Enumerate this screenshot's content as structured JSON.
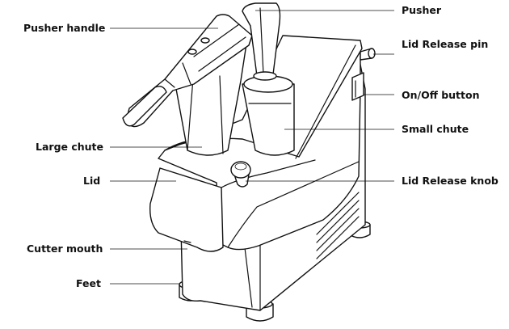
{
  "diagram": {
    "labels": {
      "pusher_handle": "Pusher handle",
      "large_chute": "Large chute",
      "lid": "Lid",
      "cutter_mouth": "Cutter mouth",
      "feet": "Feet",
      "pusher": "Pusher",
      "lid_release_pin": "Lid Release pin",
      "on_off_button": "On/Off button",
      "small_chute": "Small chute",
      "lid_release_knob": "Lid Release knob"
    },
    "colors": {
      "line": "#111111",
      "background": "#ffffff"
    }
  }
}
